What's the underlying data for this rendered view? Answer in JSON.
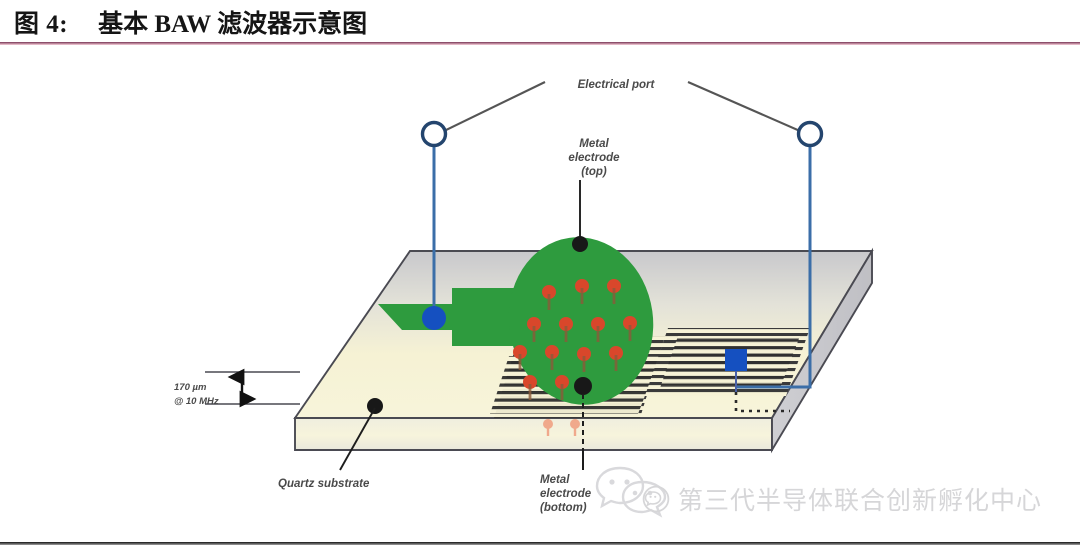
{
  "header": {
    "figure_label": "图 4:",
    "title": "基本 BAW 滤波器示意图",
    "rule_color": "#8d4f6b"
  },
  "diagram": {
    "name": "baw-filter-schematic",
    "labels": {
      "electrical_port": "Electrical port",
      "metal_electrode_top_line1": "Metal",
      "metal_electrode_top_line2": "electrode",
      "metal_electrode_top_line3": "(top)",
      "metal_electrode_bottom_line1": "Metal",
      "metal_electrode_bottom_line2": "electrode",
      "metal_electrode_bottom_line3": "(bottom)",
      "quartz_substrate": "Quartz substrate",
      "thickness_line1": "170 µm",
      "thickness_line2": "@ 10 MHz"
    },
    "colors": {
      "electrode_green": "#2e9b3e",
      "port_blue": "#1550c0",
      "wire_navy": "#24456e",
      "arrow_red": "#d9472b",
      "arrow_peach": "#f0a98c",
      "substrate_top": "#f5f1cf",
      "substrate_side": "#c9c9cd",
      "hatch_dark": "#3c3c3c",
      "leader_gray": "#555555"
    }
  },
  "watermark": {
    "text": "第三代半导体联合创新孵化中心",
    "logo": "wechat-icon",
    "color": "#d6d6d8"
  }
}
